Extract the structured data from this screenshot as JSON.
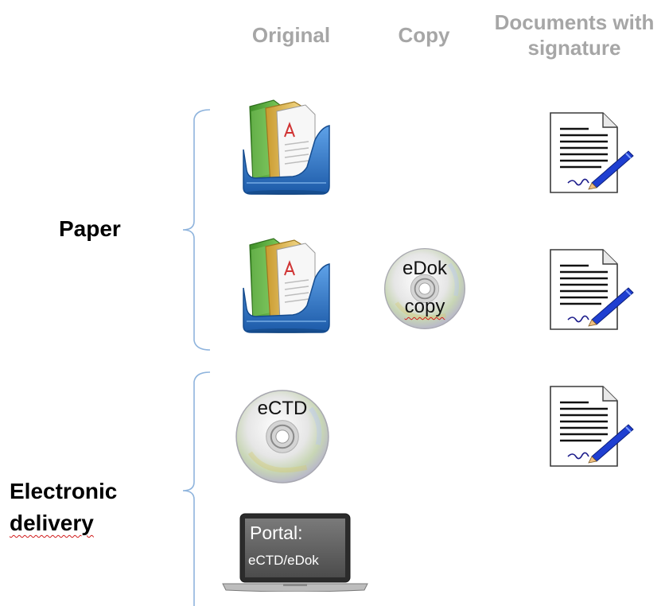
{
  "headers": {
    "original": "Original",
    "copy": "Copy",
    "signature_line1": "Documents with",
    "signature_line2": "signature"
  },
  "rows": {
    "paper": "Paper",
    "electronic_line1": "Electronic",
    "electronic_line2": "delivery"
  },
  "discs": {
    "edok_top": "eDok",
    "edok_bottom": "copy",
    "ectd": "eCTD"
  },
  "portal": {
    "title": "Portal:",
    "subtitle": "eCTD/eDok"
  },
  "icons": {
    "binder": "binder-folders-icon",
    "disc": "cd-disc-icon",
    "signed_document": "signed-document-icon",
    "laptop": "laptop-icon"
  },
  "colors": {
    "header_gray": "#a6a6a6",
    "bracket_blue": "#8fb4dd",
    "spellcheck_red": "#d11a1a",
    "binder_tray": "#2a6fbe",
    "folder_green": "#5cae3c",
    "folder_yellow": "#e8c15a",
    "pen_blue": "#1f3fd1"
  }
}
